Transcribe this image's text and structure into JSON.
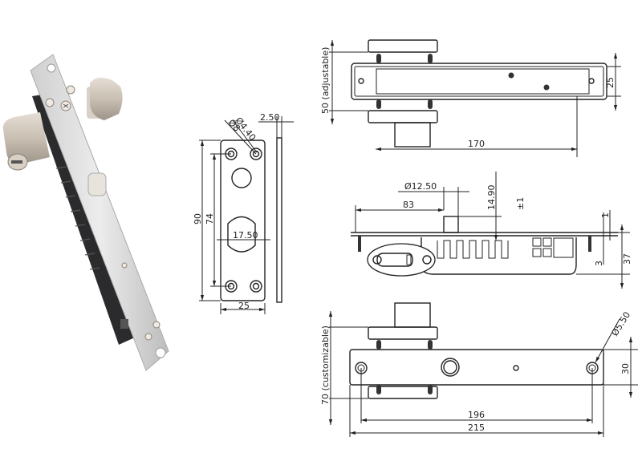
{
  "product_photo": {
    "label": "electric bolt lock with cylinder and thumb turn"
  },
  "faceplate_view": {
    "hole_small_dia": "Ø4.40",
    "hole_large_dia": "Ø8",
    "thickness": "2.50",
    "total_height": "90",
    "hole_spacing": "74",
    "cutout_width": "17.50",
    "width": "25"
  },
  "top_view": {
    "adjustable_label": "50 (adjustable)",
    "length": "170",
    "width": "25"
  },
  "side_view": {
    "bolt_dia": "Ø12.50",
    "bolt_offset": "83",
    "bolt_projection": "14.90",
    "tolerance": "±1",
    "plate_offset": "1",
    "gap": "3",
    "depth": "37"
  },
  "front_view": {
    "customizable_label": "70 (customizable)",
    "screw_hole_dia": "Ø5.50",
    "hole_spacing": "196",
    "total_length": "215",
    "height": "30"
  }
}
